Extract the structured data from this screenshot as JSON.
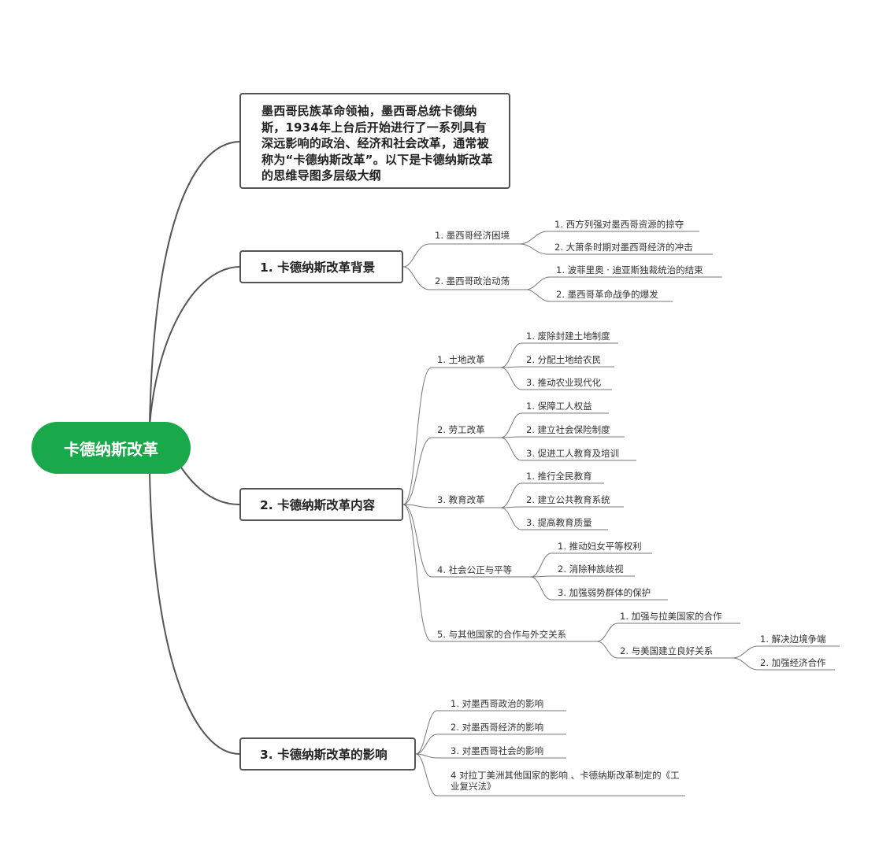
{
  "root": "卡德纳斯改革",
  "intro": "墨西哥民族革命领袖，墨西哥总统卡德纳斯，1934年上台后开始进行了一系列具有深远影响的政治、经济和社会改革，通常被称为“卡德纳斯改革”。以下是卡德纳斯改革的思维导图多层级大纲",
  "branch1": {
    "title": "1. 卡德纳斯改革背景",
    "c1": {
      "label": "1. 墨西哥经济困境",
      "items": [
        "1. 西方列强对墨西哥资源的掠夺",
        "2. 大萧条时期对墨西哥经济的冲击"
      ]
    },
    "c2": {
      "label": "2. 墨西哥政治动荡",
      "items": [
        "1. 波菲里奥 · 迪亚斯独裁统治的结束",
        "2. 墨西哥革命战争的爆发"
      ]
    }
  },
  "branch2": {
    "title": "2. 卡德纳斯改革内容",
    "c1": {
      "label": "1. 土地改革",
      "items": [
        "1. 废除封建土地制度",
        "2. 分配土地给农民",
        "3. 推动农业现代化"
      ]
    },
    "c2": {
      "label": "2. 劳工改革",
      "items": [
        "1. 保障工人权益",
        "2. 建立社会保险制度",
        "3. 促进工人教育及培训"
      ]
    },
    "c3": {
      "label": "3. 教育改革",
      "items": [
        "1. 推行全民教育",
        "2. 建立公共教育系统",
        "3. 提高教育质量"
      ]
    },
    "c4": {
      "label": "4. 社会公正与平等",
      "items": [
        "1. 推动妇女平等权利",
        "2. 消除种族歧视",
        "3. 加强弱势群体的保护"
      ]
    },
    "c5": {
      "label": "5. 与其他国家的合作与外交关系",
      "items": [
        "1. 加强与拉美国家的合作",
        "2. 与美国建立良好关系"
      ],
      "sub": [
        "1. 解决边境争端",
        "2. 加强经济合作"
      ]
    }
  },
  "branch3": {
    "title": "3. 卡德纳斯改革的影响",
    "items": [
      "1. 对墨西哥政治的影响",
      "2. 对墨西哥经济的影响",
      "3. 对墨西哥社会的影响",
      "4 对拉丁美洲其他国家的影响                、卡德纳斯改革制定的《工业复兴法》"
    ]
  },
  "colors": {
    "root": "#19a84a",
    "line": "#555555",
    "thinline": "#777777"
  }
}
